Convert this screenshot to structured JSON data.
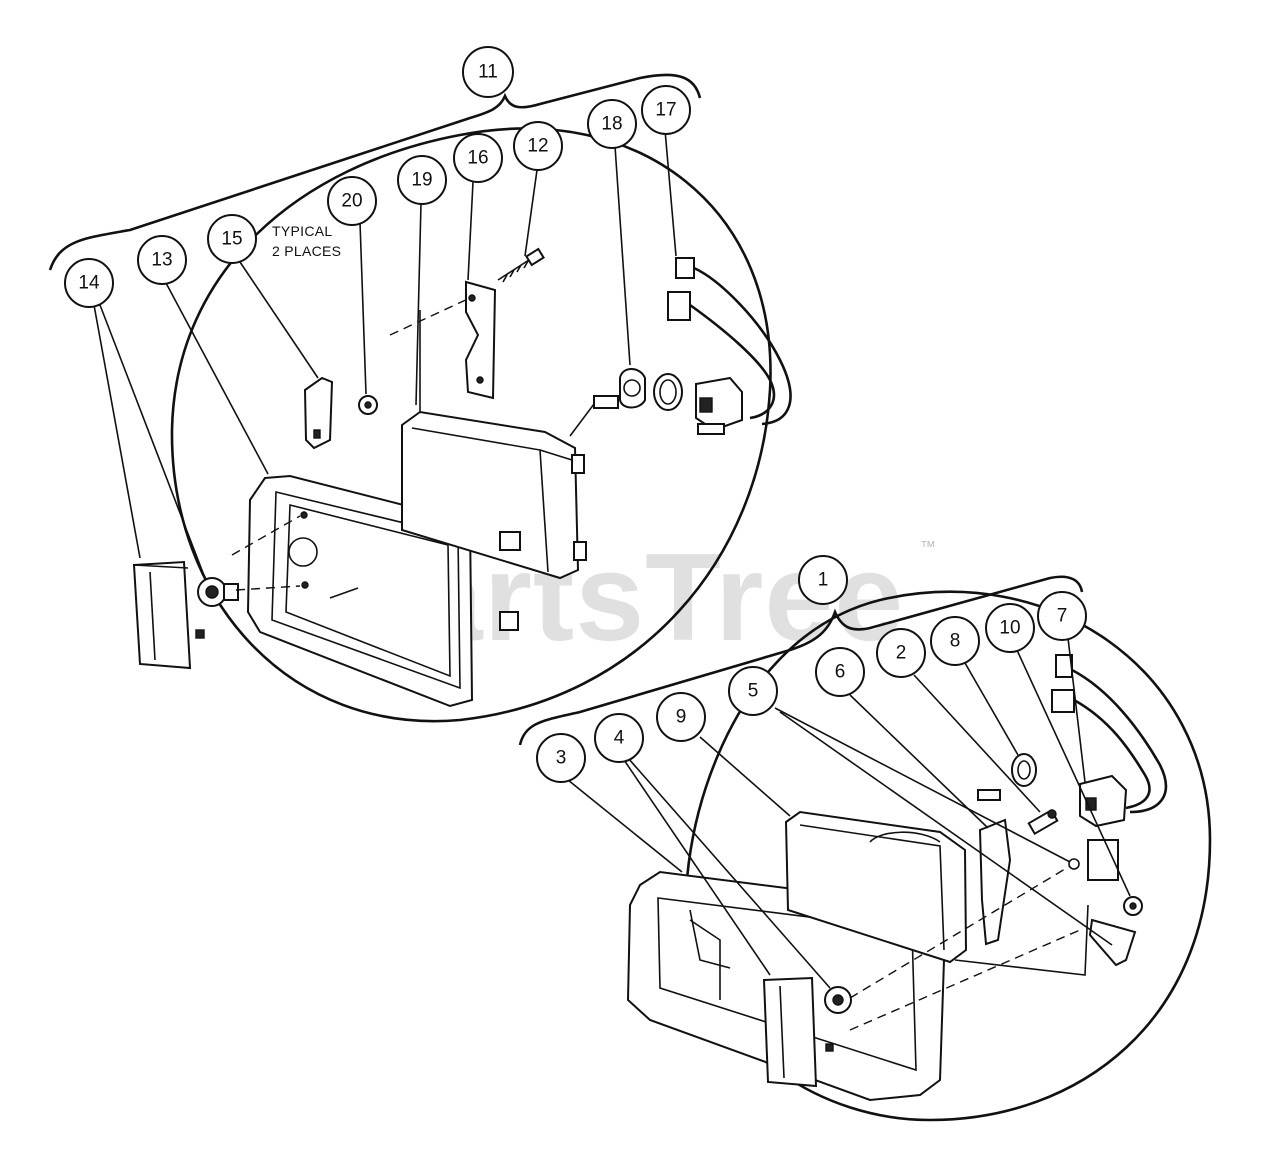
{
  "callouts": {
    "c1": "1",
    "c2": "2",
    "c3": "3",
    "c4": "4",
    "c5": "5",
    "c6": "6",
    "c7": "7",
    "c8": "8",
    "c9": "9",
    "c10": "10",
    "c11": "11",
    "c12": "12",
    "c13": "13",
    "c14": "14",
    "c15": "15",
    "c16": "16",
    "c17": "17",
    "c18": "18",
    "c19": "19",
    "c20": "20"
  },
  "note": {
    "line1": "TYPICAL",
    "line2": "2 PLACES"
  },
  "watermark": {
    "text": "PartsTree",
    "tm": "™"
  }
}
